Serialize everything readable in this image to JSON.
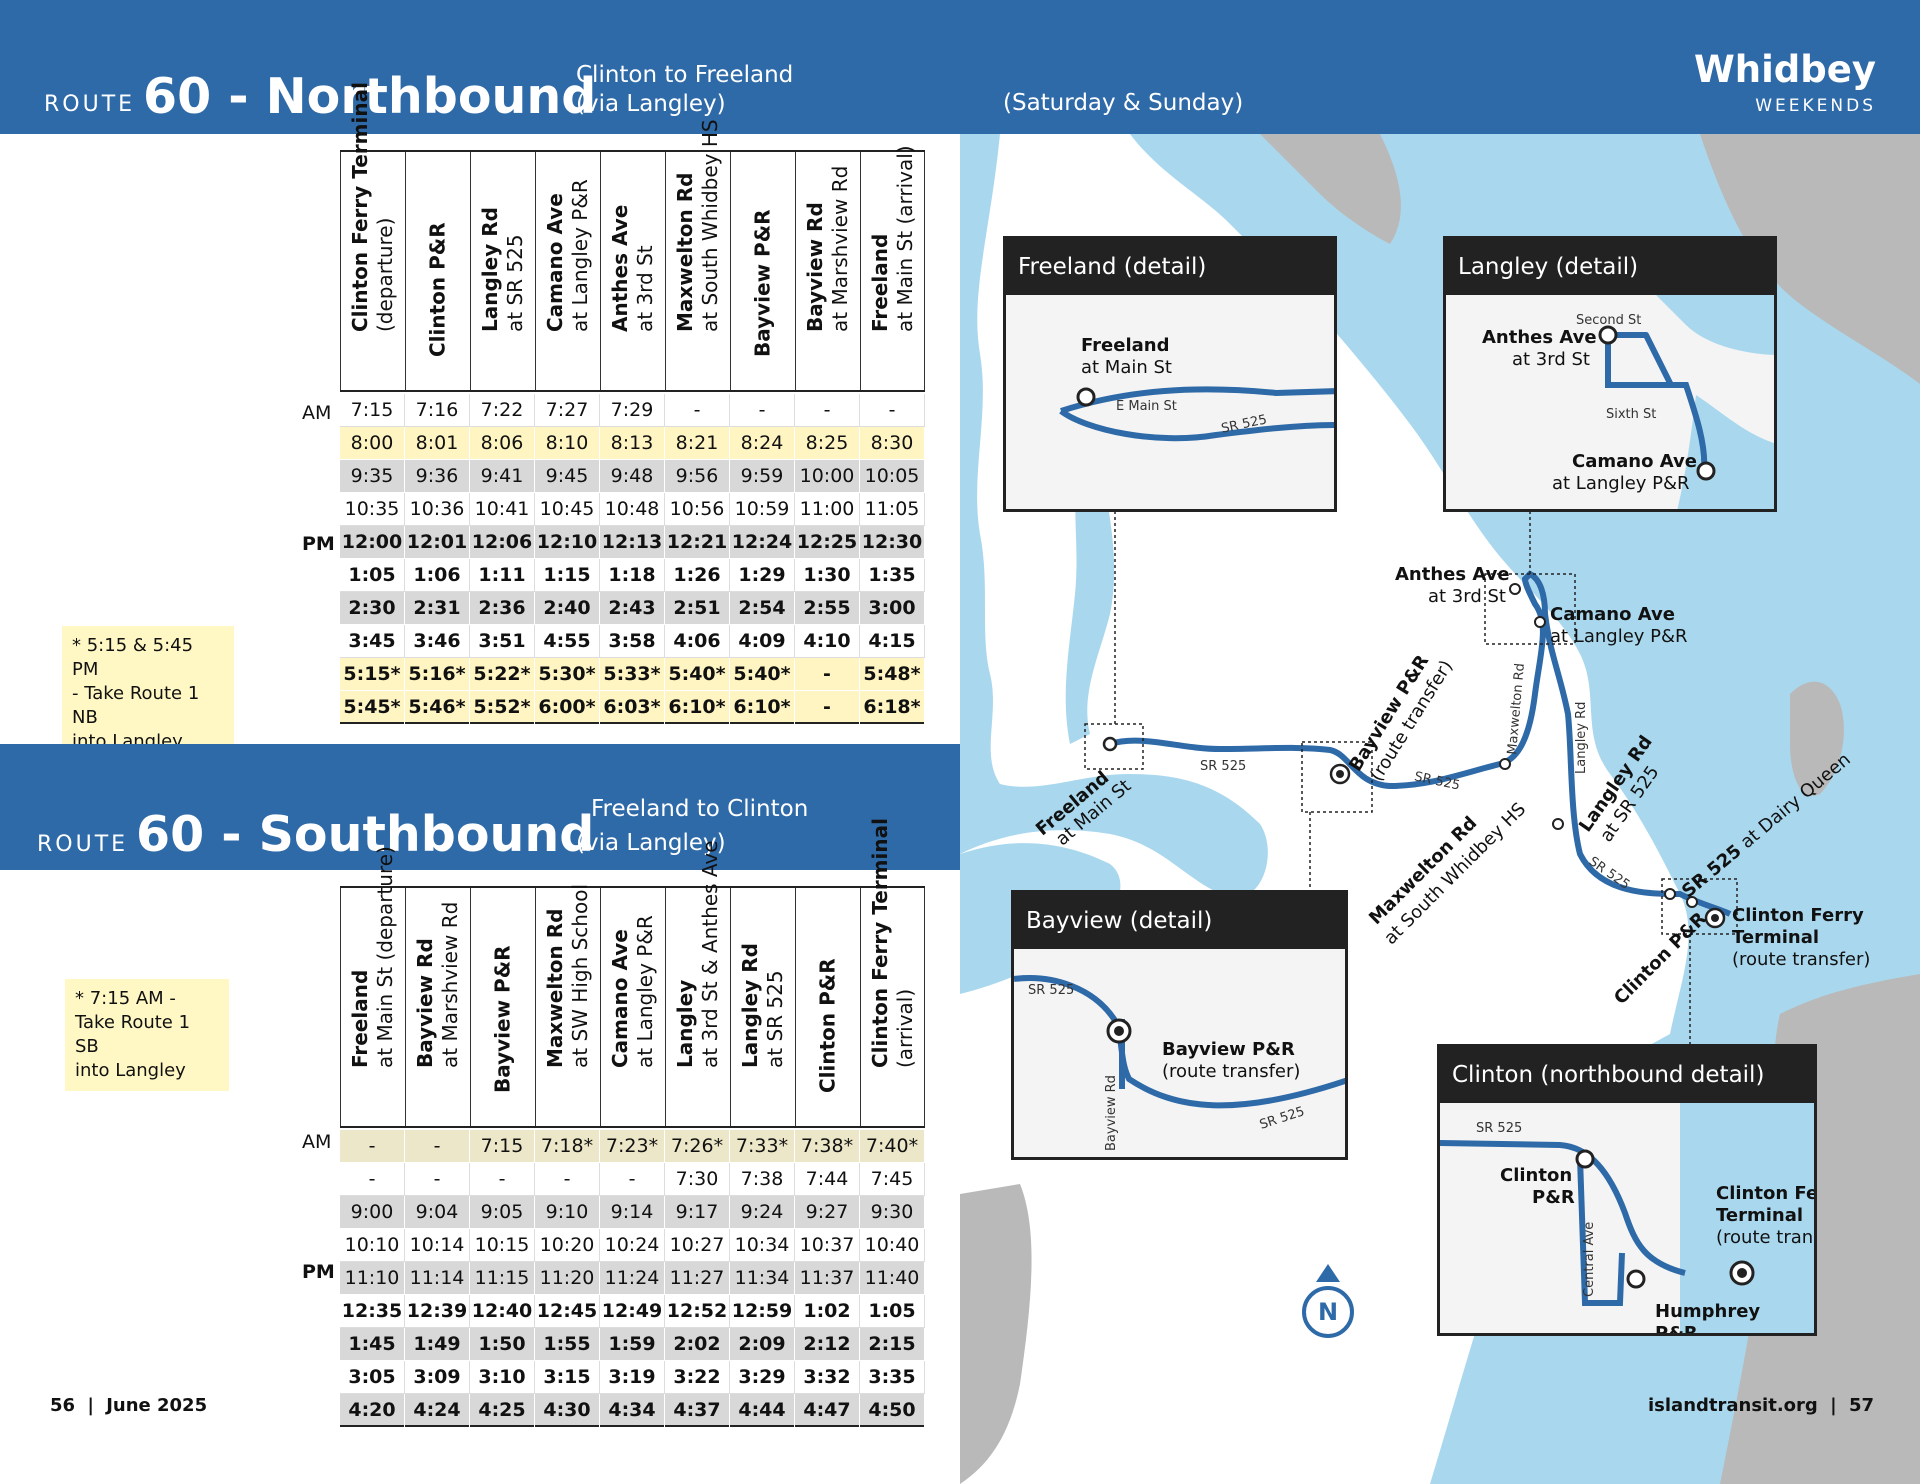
{
  "northbound": {
    "prefix": "ROUTE",
    "title": "60 - Northbound",
    "subtitle_1": "Clinton to Freeland",
    "subtitle_2": "(via Langley)",
    "days": "(Saturday & Sunday)",
    "columns": [
      {
        "name": "Clinton Ferry Terminal",
        "detail": "(departure)"
      },
      {
        "name": "Clinton P&R",
        "detail": ""
      },
      {
        "name": "Langley Rd",
        "detail": "at SR 525"
      },
      {
        "name": "Camano Ave",
        "detail": "at Langley P&R"
      },
      {
        "name": "Anthes Ave",
        "detail": "at 3rd St"
      },
      {
        "name": "Maxwelton Rd",
        "detail": "at South Whidbey HS"
      },
      {
        "name": "Bayview P&R",
        "detail": ""
      },
      {
        "name": "Bayview Rd",
        "detail": "at Marshview Rd"
      },
      {
        "name": "Freeland",
        "detail": "at Main St (arrival)"
      }
    ],
    "am_label": "AM",
    "pm_label": "PM",
    "rows": [
      {
        "times": [
          "7:15",
          "7:16",
          "7:22",
          "7:27",
          "7:29",
          "-",
          "-",
          "-",
          "-"
        ]
      },
      {
        "times": [
          "8:00",
          "8:01",
          "8:06",
          "8:10",
          "8:13",
          "8:21",
          "8:24",
          "8:25",
          "8:30"
        ]
      },
      {
        "times": [
          "9:35",
          "9:36",
          "9:41",
          "9:45",
          "9:48",
          "9:56",
          "9:59",
          "10:00",
          "10:05"
        ]
      },
      {
        "times": [
          "10:35",
          "10:36",
          "10:41",
          "10:45",
          "10:48",
          "10:56",
          "10:59",
          "11:00",
          "11:05"
        ]
      },
      {
        "times": [
          "12:00",
          "12:01",
          "12:06",
          "12:10",
          "12:13",
          "12:21",
          "12:24",
          "12:25",
          "12:30"
        ]
      },
      {
        "times": [
          "1:05",
          "1:06",
          "1:11",
          "1:15",
          "1:18",
          "1:26",
          "1:29",
          "1:30",
          "1:35"
        ]
      },
      {
        "times": [
          "2:30",
          "2:31",
          "2:36",
          "2:40",
          "2:43",
          "2:51",
          "2:54",
          "2:55",
          "3:00"
        ]
      },
      {
        "times": [
          "3:45",
          "3:46",
          "3:51",
          "4:55",
          "3:58",
          "4:06",
          "4:09",
          "4:10",
          "4:15"
        ]
      },
      {
        "times": [
          "5:15*",
          "5:16*",
          "5:22*",
          "5:30*",
          "5:33*",
          "5:40*",
          "5:40*",
          "-",
          "5:48*"
        ]
      },
      {
        "times": [
          "5:45*",
          "5:46*",
          "5:52*",
          "6:00*",
          "6:03*",
          "6:10*",
          "6:10*",
          "-",
          "6:18*"
        ]
      }
    ],
    "note": [
      "* 5:15 & 5:45 PM",
      "- Take Route 1 NB",
      "into Langley"
    ]
  },
  "southbound": {
    "prefix": "ROUTE",
    "title": "60 - Southbound",
    "subtitle_1": "Freeland to Clinton",
    "subtitle_2": "(via Langley)",
    "columns": [
      {
        "name": "Freeland",
        "detail": "at Main St (departure)"
      },
      {
        "name": "Bayview Rd",
        "detail": "at Marshview Rd"
      },
      {
        "name": "Bayview P&R",
        "detail": ""
      },
      {
        "name": "Maxwelton Rd",
        "detail": "at SW High School"
      },
      {
        "name": "Camano Ave",
        "detail": "at Langley P&R"
      },
      {
        "name": "Langley",
        "detail": "at 3rd St & Anthes Ave"
      },
      {
        "name": "Langley Rd",
        "detail": "at SR 525"
      },
      {
        "name": "Clinton P&R",
        "detail": ""
      },
      {
        "name": "Clinton Ferry Terminal",
        "detail": "(arrival)"
      }
    ],
    "am_label": "AM",
    "pm_label": "PM",
    "rows": [
      {
        "times": [
          "-",
          "-",
          "7:15",
          "7:18*",
          "7:23*",
          "7:26*",
          "7:33*",
          "7:38*",
          "7:40*"
        ]
      },
      {
        "times": [
          "-",
          "-",
          "-",
          "-",
          "-",
          "7:30",
          "7:38",
          "7:44",
          "7:45"
        ]
      },
      {
        "times": [
          "9:00",
          "9:04",
          "9:05",
          "9:10",
          "9:14",
          "9:17",
          "9:24",
          "9:27",
          "9:30"
        ]
      },
      {
        "times": [
          "10:10",
          "10:14",
          "10:15",
          "10:20",
          "10:24",
          "10:27",
          "10:34",
          "10:37",
          "10:40"
        ]
      },
      {
        "times": [
          "11:10",
          "11:14",
          "11:15",
          "11:20",
          "11:24",
          "11:27",
          "11:34",
          "11:37",
          "11:40"
        ]
      },
      {
        "times": [
          "12:35",
          "12:39",
          "12:40",
          "12:45",
          "12:49",
          "12:52",
          "12:59",
          "1:02",
          "1:05"
        ]
      },
      {
        "times": [
          "1:45",
          "1:49",
          "1:50",
          "1:55",
          "1:59",
          "2:02",
          "2:09",
          "2:12",
          "2:15"
        ]
      },
      {
        "times": [
          "3:05",
          "3:09",
          "3:10",
          "3:15",
          "3:19",
          "3:22",
          "3:29",
          "3:32",
          "3:35"
        ]
      },
      {
        "times": [
          "4:20",
          "4:24",
          "4:25",
          "4:30",
          "4:34",
          "4:37",
          "4:44",
          "4:47",
          "4:50"
        ]
      }
    ],
    "note": [
      "* 7:15 AM -",
      "Take Route 1 SB",
      "into Langley"
    ]
  },
  "brand": {
    "title": "Whidbey",
    "subtitle": "WEEKENDS"
  },
  "footer": {
    "left_page": "56",
    "left_date": "June 2025",
    "right_site": "islandtransit.org",
    "right_page": "57",
    "sep": "|"
  },
  "map": {
    "details": {
      "freeland": {
        "title": "Freeland (detail)",
        "stop_name": "Freeland",
        "stop_detail": "at Main St",
        "road1": "E Main St",
        "road2": "SR 525"
      },
      "langley": {
        "title": "Langley (detail)",
        "stop1_name": "Anthes Ave",
        "stop1_detail": "at 3rd St",
        "stop2_name": "Camano Ave",
        "stop2_detail": "at Langley P&R",
        "road1": "Second St",
        "road2": "Sixth St"
      },
      "bayview": {
        "title": "Bayview (detail)",
        "stop_name": "Bayview P&R",
        "stop_detail": "(route transfer)",
        "road1": "SR 525",
        "road2": "SR 525",
        "road3": "Bayview Rd"
      },
      "clinton": {
        "title": "Clinton (northbound detail)",
        "stop1_name": "Clinton",
        "stop1_name2": "P&R",
        "stop2_name": "Clinton Ferry",
        "stop2_name2": "Terminal",
        "stop2_detail": "(route transfer)",
        "stop3_name": "Humphrey",
        "stop3_name2": "P&R",
        "road1": "SR 525",
        "road2": "Central Ave"
      }
    },
    "labels": {
      "anthes_name": "Anthes Ave",
      "anthes_detail": "at 3rd St",
      "camano_name": "Camano Ave",
      "camano_detail": "at Langley P&R",
      "bayview_name": "Bayview P&R",
      "bayview_detail": "(route transfer)",
      "freeland_name": "Freeland",
      "freeland_detail": "at Main St",
      "maxwelton_name": "Maxwelton Rd",
      "maxwelton_detail": "at South Whidbey HS",
      "langley_name": "Langley Rd",
      "langley_detail": "at SR 525",
      "sr525_name": "SR 525",
      "sr525_detail": "at Dairy Queen",
      "clintonpr_name": "Clinton P&R",
      "ferry_name": "Clinton Ferry",
      "ferry_name2": "Terminal",
      "ferry_detail": "(route transfer)",
      "road_sr525_a": "SR 525",
      "road_sr525_b": "SR 525",
      "road_sr525_c": "SR 525",
      "road_maxwelton": "Maxwelton Rd",
      "road_langley": "Langley Rd"
    },
    "compass": "N",
    "colors": {
      "water": "#a9d8ee",
      "land": "#ffffff",
      "other_land": "#b9b9b9",
      "route": "#2f6aa8",
      "band": "#2f6aa8"
    }
  }
}
